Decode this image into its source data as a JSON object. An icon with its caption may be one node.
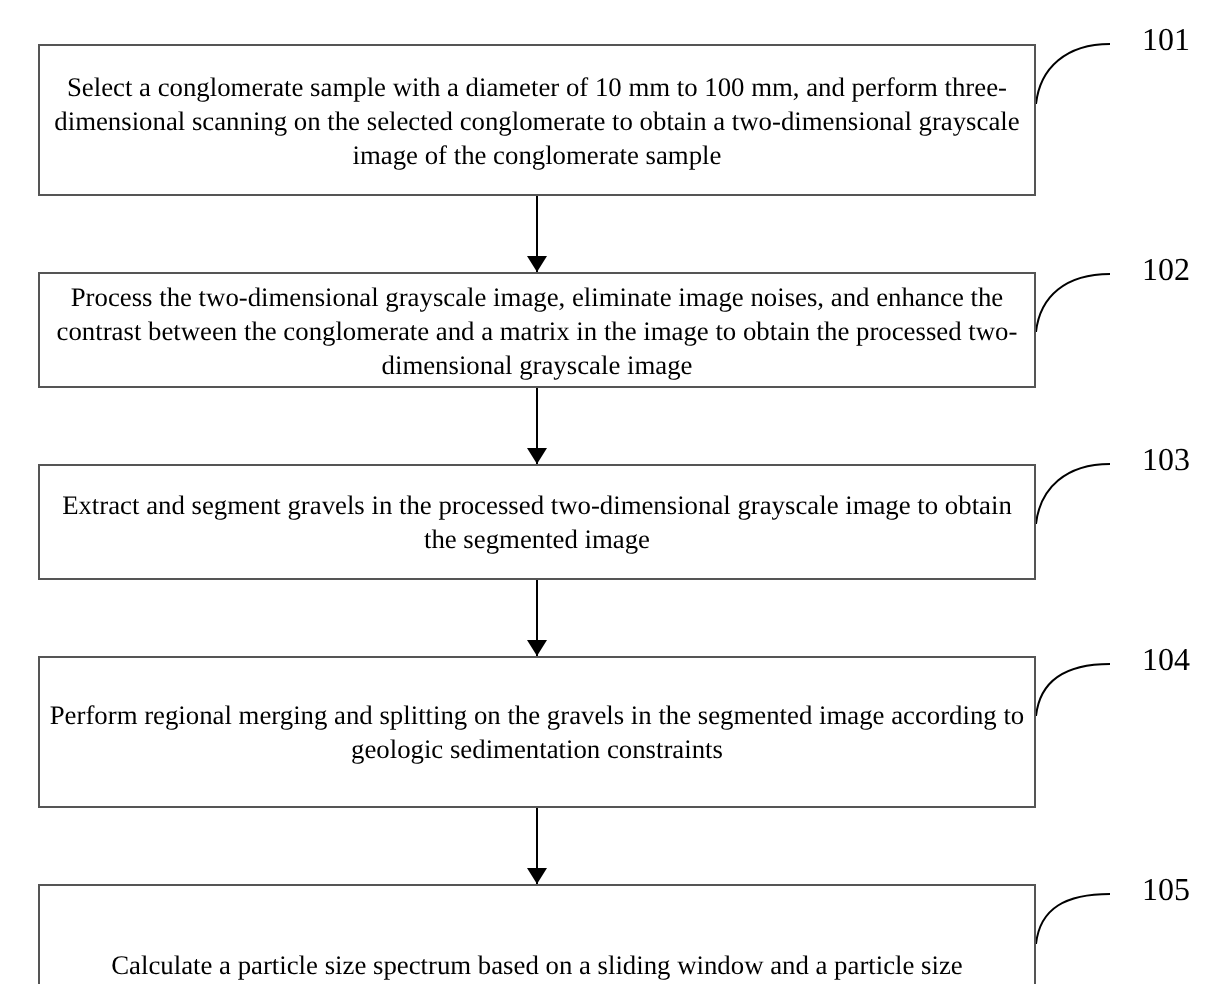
{
  "diagram": {
    "nodes": [
      {
        "text": [
          "Select a conglomerate sample with a diameter of 10 mm to 100 mm, and perform three-dimensional scanning on the selected conglomerate to obtain a two-dimensional grayscale image of the conglomerate sample"
        ]
      },
      {
        "text": [
          "Process the two-dimensional grayscale image, eliminate image noises, and enhance the contrast between the conglomerate and a matrix in the image to obtain the processed two-dimensional grayscale image"
        ]
      },
      {
        "text": [
          "Extract and segment gravels in the processed two-dimensional grayscale image to obtain the segmented image"
        ]
      },
      {
        "text": [
          "Perform regional merging and splitting on the gravels in the segmented image according to geologic sedimentation constraints"
        ]
      },
      {
        "text": [
          "Calculate a particle size spectrum based on a sliding window and a particle size"
        ]
      },
      {
        "text": [
          "101"
        ]
      },
      {
        "text": [
          "102"
        ]
      },
      {
        "text": [
          "103"
        ]
      },
      {
        "text": [
          "104"
        ]
      },
      {
        "text": [
          "105"
        ]
      }
    ],
    "edges": [
      {
        "from": 0,
        "to": 1,
        "arrow": "to"
      },
      {
        "from": 1,
        "to": 2,
        "arrow": "to"
      },
      {
        "from": 2,
        "to": 3,
        "arrow": "to"
      },
      {
        "from": 3,
        "to": 4,
        "arrow": "to"
      },
      {
        "from": 5,
        "to": 0,
        "arrow": "none"
      },
      {
        "from": 6,
        "to": 1,
        "arrow": "none"
      },
      {
        "from": 7,
        "to": 2,
        "arrow": "none"
      },
      {
        "from": 8,
        "to": 3,
        "arrow": "none"
      },
      {
        "from": 9,
        "to": 4,
        "arrow": "none"
      }
    ]
  }
}
